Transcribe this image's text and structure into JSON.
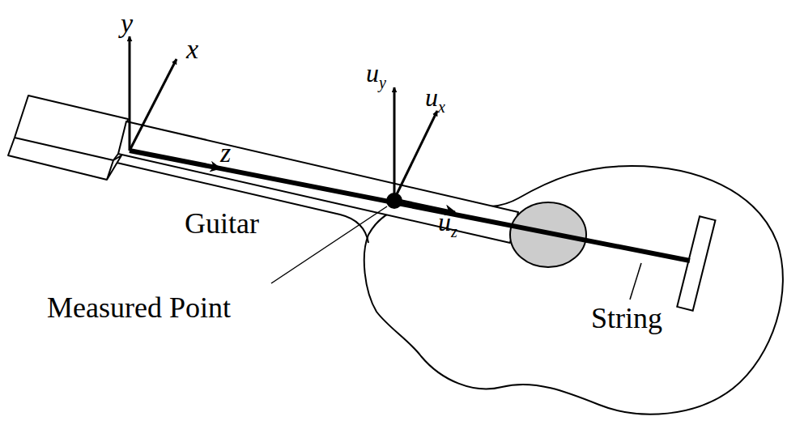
{
  "diagram": {
    "labels": [
      "y",
      "x",
      "z",
      "uy",
      "ux",
      "uz",
      "Guitar",
      "Measured Point",
      "String"
    ]
  }
}
